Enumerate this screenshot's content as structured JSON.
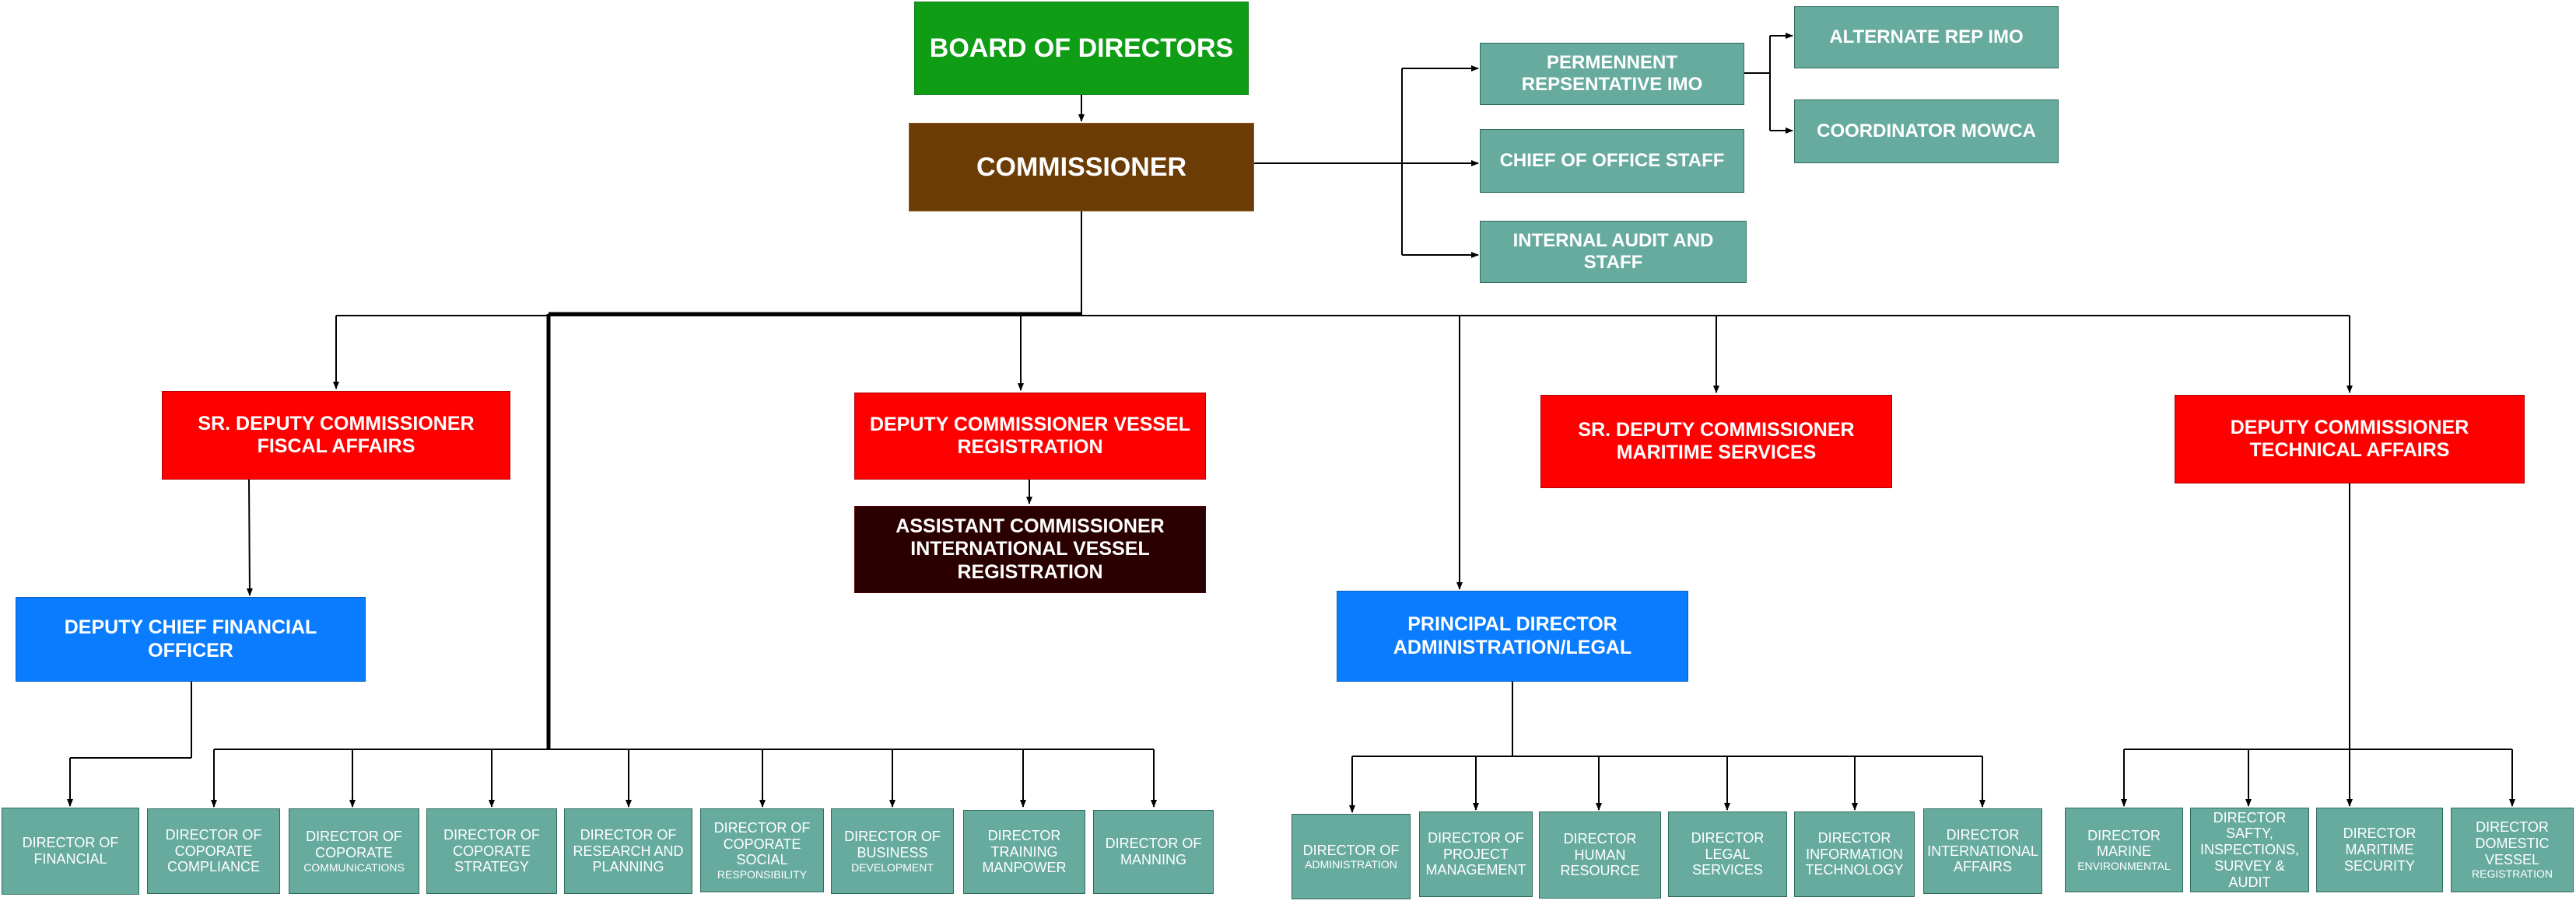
{
  "top": {
    "board": "BOARD OF DIRECTORS",
    "commissioner": "COMMISSIONER"
  },
  "staff": {
    "permanent_rep": [
      "PERMENNENT",
      "REPSENTATIVE IMO"
    ],
    "alternate_rep": "ALTERNATE REP IMO",
    "coordinator": "COORDINATOR MOWCA",
    "chief_office": "CHIEF OF OFFICE STAFF",
    "internal_audit": [
      "INTERNAL AUDIT AND",
      "STAFF"
    ]
  },
  "deputies": {
    "fiscal": [
      "SR. DEPUTY COMMISSIONER",
      "FISCAL AFFAIRS"
    ],
    "vessel_reg": [
      "DEPUTY COMMISSIONER VESSEL",
      "REGISTRATION"
    ],
    "maritime": [
      "SR. DEPUTY COMMISSIONER",
      "MARITIME SERVICES"
    ],
    "technical": [
      "DEPUTY COMMISSIONER",
      "TECHNICAL AFFAIRS"
    ]
  },
  "second_level": {
    "cfo": [
      "DEPUTY CHIEF FINANCIAL",
      "OFFICER"
    ],
    "asst_intl_reg": [
      "ASSISTANT COMMISSIONER",
      "INTERNATIONAL VESSEL",
      "REGISTRATION"
    ],
    "principal_admin": [
      "PRINCIPAL DIRECTOR",
      "ADMINISTRATION/LEGAL"
    ]
  },
  "directors_fiscal": [
    {
      "lines": [
        "DIRECTOR  OF",
        "FINANCIAL"
      ],
      "small": ""
    },
    {
      "lines": [
        "DIRECTOR OF",
        "COPORATE",
        "COMPLIANCE"
      ],
      "small": ""
    },
    {
      "lines": [
        "DIRECTOR OF",
        "COPORATE"
      ],
      "small": "COMMUNICATIONS"
    },
    {
      "lines": [
        "DIRECTOR OF",
        "COPORATE",
        "STRATEGY"
      ],
      "small": ""
    },
    {
      "lines": [
        "DIRECTOR OF",
        "RESEARCH AND",
        "PLANNING"
      ],
      "small": ""
    },
    {
      "lines": [
        "DIRECTOR OF",
        "COPORATE",
        "SOCIAL"
      ],
      "small": "RESPONSIBILITY"
    },
    {
      "lines": [
        "DIRECTOR OF",
        "BUSINESS"
      ],
      "small": "DEVELOPMENT"
    },
    {
      "lines": [
        "DIRECTOR",
        "TRAINING",
        "MANPOWER"
      ],
      "small": ""
    },
    {
      "lines": [
        "DIRECTOR OF",
        "MANNING"
      ],
      "small": ""
    }
  ],
  "directors_admin": [
    {
      "lines": [
        "DIRECTOR OF"
      ],
      "small": "ADMINISTRATION"
    },
    {
      "lines": [
        "DIRECTOR OF",
        "PROJECT",
        "MANAGEMENT"
      ],
      "small": ""
    },
    {
      "lines": [
        "DIRECTOR",
        "HUMAN",
        "RESOURCE"
      ],
      "small": ""
    },
    {
      "lines": [
        "DIRECTOR",
        "LEGAL",
        "SERVICES"
      ],
      "small": ""
    },
    {
      "lines": [
        "DIRECTOR",
        "INFORMATION",
        "TECHNOLOGY"
      ],
      "small": ""
    },
    {
      "lines": [
        "DIRECTOR",
        "INTERNATIONAL",
        "AFFAIRS"
      ],
      "small": ""
    }
  ],
  "directors_technical": [
    {
      "lines": [
        "DIRECTOR",
        "MARINE"
      ],
      "small": "ENVIRONMENTAL"
    },
    {
      "lines": [
        "DIRECTOR",
        "SAFTY,",
        "INSPECTIONS,",
        "SURVEY & AUDIT"
      ],
      "small": ""
    },
    {
      "lines": [
        "DIRECTOR",
        "MARITIME",
        "SECURITY"
      ],
      "small": ""
    },
    {
      "lines": [
        "DIRECTOR",
        "DOMESTIC",
        "VESSEL"
      ],
      "small": "REGISTRATION"
    }
  ],
  "colors": {
    "board": "#0f9d15",
    "commissioner": "#6b3c05",
    "deputy": "#ff0000",
    "second": "#0a7cff",
    "assistant": "#2a0000",
    "director": "#67ab9f",
    "line": "#000000"
  }
}
